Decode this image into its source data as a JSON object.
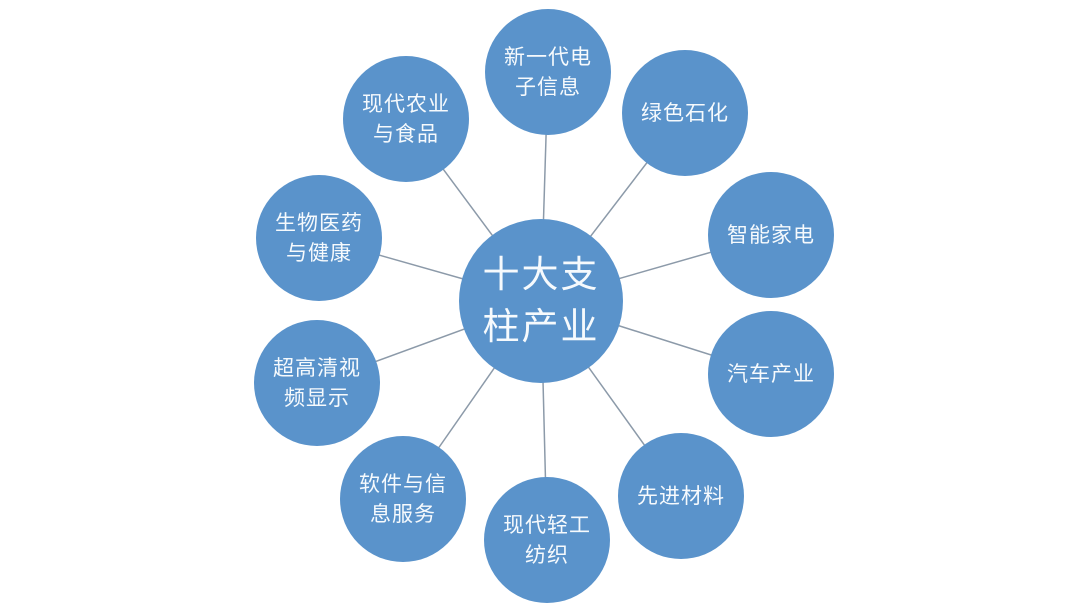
{
  "diagram": {
    "title": "十大支柱产业",
    "colors": {
      "node_fill": "#5a93cb",
      "node_text": "#f6fafd",
      "connector": "#8c9aa9",
      "background": "#ffffff"
    },
    "center": {
      "label_lines": [
        "十大支",
        "柱产业"
      ]
    },
    "nodes": [
      {
        "label_lines": [
          "新一代电",
          "子信息"
        ]
      },
      {
        "label_lines": [
          "绿色石化"
        ]
      },
      {
        "label_lines": [
          "智能家电"
        ]
      },
      {
        "label_lines": [
          "汽车产业"
        ]
      },
      {
        "label_lines": [
          "先进材料"
        ]
      },
      {
        "label_lines": [
          "现代轻工",
          "纺织"
        ]
      },
      {
        "label_lines": [
          "软件与信",
          "息服务"
        ]
      },
      {
        "label_lines": [
          "超高清视",
          "频显示"
        ]
      },
      {
        "label_lines": [
          "生物医药",
          "与健康"
        ]
      },
      {
        "label_lines": [
          "现代农业",
          "与食品"
        ]
      }
    ]
  }
}
